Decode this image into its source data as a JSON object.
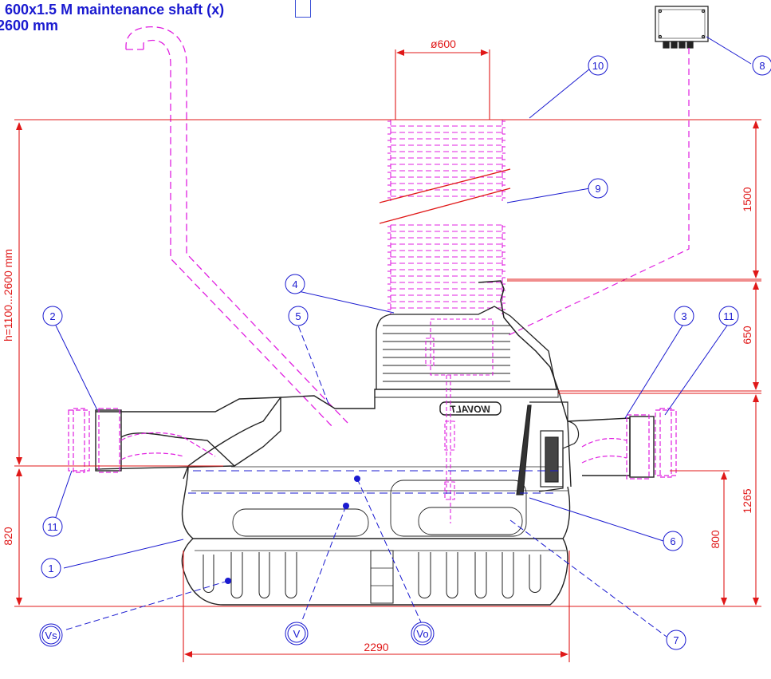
{
  "header": {
    "line1": ". 600x1.5 M maintenance shaft (x)",
    "line2": "2600 mm"
  },
  "brand": {
    "logo_text": "WOVALT"
  },
  "dimensions": {
    "top_diameter": "ø600",
    "height_range": "h=1100...2600  mm",
    "d1500": "1500",
    "d650": "650",
    "d1265": "1265",
    "d800": "800",
    "d820": "820",
    "d2290": "2290"
  },
  "callouts": [
    "1",
    "2",
    "3",
    "4",
    "5",
    "6",
    "7",
    "8",
    "9",
    "10",
    "11",
    "11"
  ],
  "volume_markers": {
    "vs": "Vs",
    "v": "V",
    "vo": "Vo"
  },
  "colors": {
    "body": "#222222",
    "magenta": "#e020e0",
    "red": "#e01818",
    "blue": "#1a1ad0"
  }
}
